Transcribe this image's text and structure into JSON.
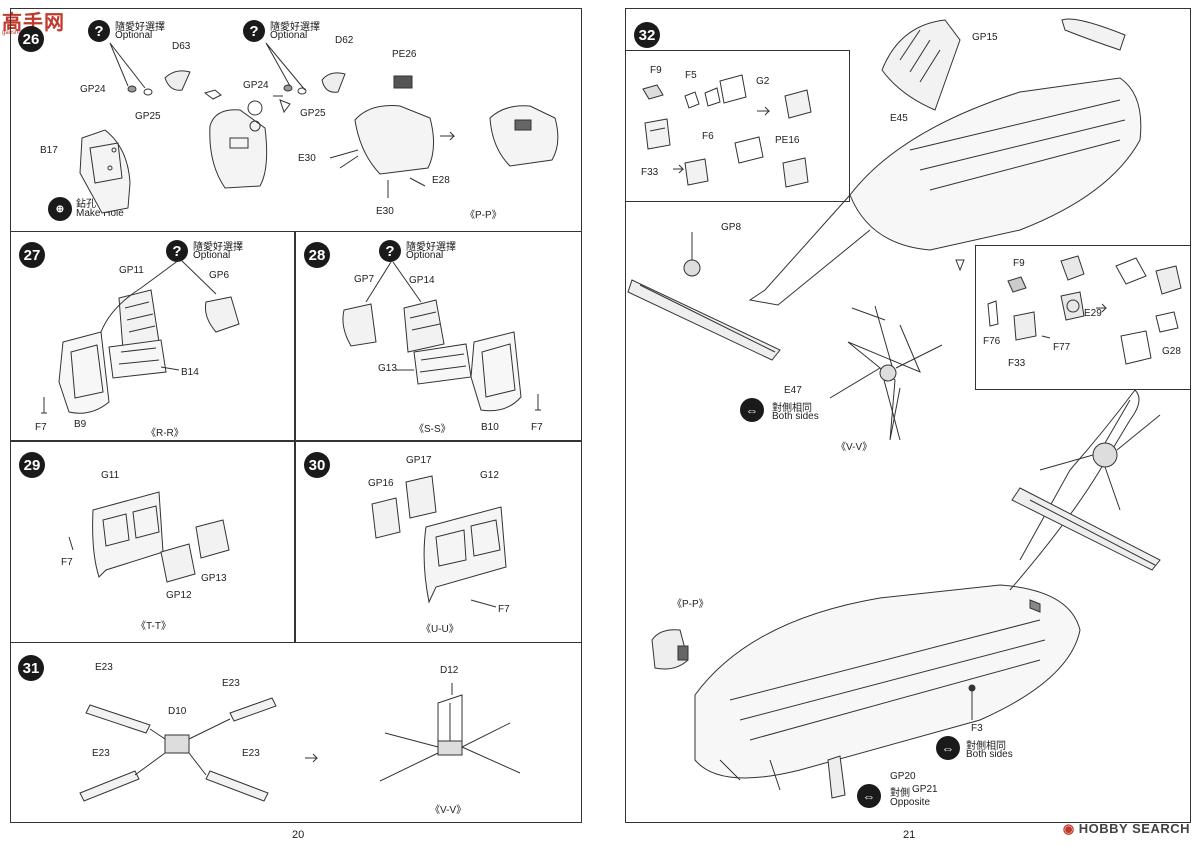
{
  "watermark": {
    "logo": "高手网",
    "url": "gaoshou.net"
  },
  "optional": {
    "cn": "隨愛好選擇",
    "en": "Optional"
  },
  "both_sides": {
    "cn": "對側相同",
    "en": "Both sides"
  },
  "make_hole": {
    "cn": "鉆孔",
    "en": "Make Hole"
  },
  "left_page": {
    "page_number": "20",
    "step26": {
      "number": "26",
      "parts": [
        "GP24",
        "GP25",
        "D63",
        "GP24",
        "GP25",
        "D62",
        "PE26",
        "B17",
        "E30",
        "E28",
        "E30"
      ],
      "caption": "《P-P》"
    },
    "step27": {
      "number": "27",
      "parts": [
        "GP11",
        "GP6",
        "B14",
        "F7",
        "B9"
      ],
      "caption": "《R-R》"
    },
    "step28": {
      "number": "28",
      "parts": [
        "GP7",
        "GP14",
        "G13",
        "B10",
        "F7"
      ],
      "caption": "《S-S》"
    },
    "step29": {
      "number": "29",
      "parts": [
        "G11",
        "F7",
        "GP12",
        "GP13"
      ],
      "caption": "《T-T》"
    },
    "step30": {
      "number": "30",
      "parts": [
        "GP17",
        "GP16",
        "G12",
        "F7"
      ],
      "caption": "《U-U》"
    },
    "step31": {
      "number": "31",
      "parts": [
        "E23",
        "E23",
        "D10",
        "E23",
        "E23",
        "D12"
      ],
      "caption": "《V-V》"
    }
  },
  "right_page": {
    "page_number": "21",
    "step32": {
      "number": "32",
      "inset1_parts": [
        "F9",
        "F5",
        "G2",
        "F6",
        "PE16",
        "F33"
      ],
      "top_parts": [
        "GP15",
        "E45",
        "GP8",
        "E47"
      ],
      "inset2_parts": [
        "F9",
        "E29",
        "F76",
        "F33",
        "F77",
        "G28"
      ],
      "vv_caption": "《V-V》",
      "pp_caption": "《P-P》",
      "bottom_parts": [
        "F3",
        "GP20",
        "GP21"
      ],
      "opposite_cn": "對側",
      "opposite_en": "Opposite"
    }
  },
  "footer_logo": "HOBBY SEARCH"
}
